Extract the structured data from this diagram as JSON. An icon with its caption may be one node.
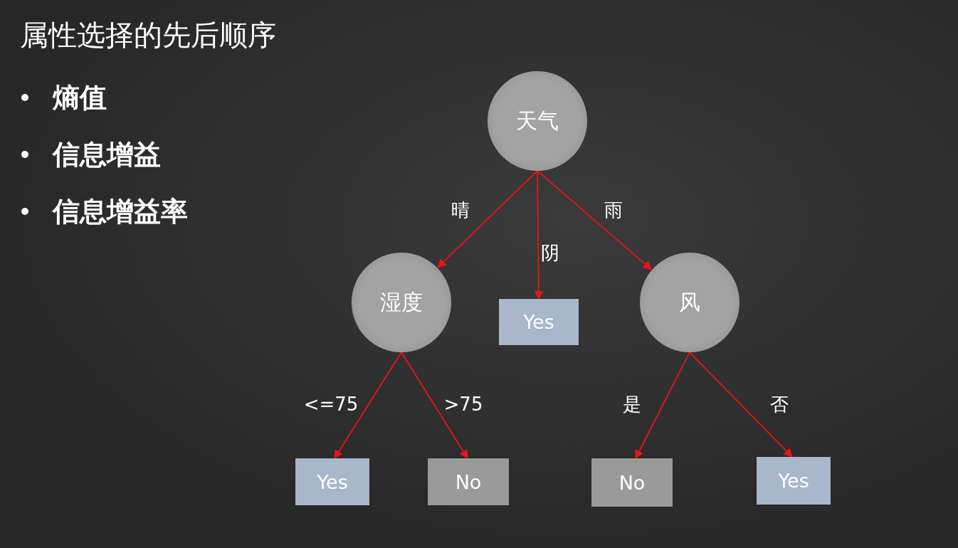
{
  "diagram": {
    "title": "属性选择的先后顺序",
    "nodes": [
      {
        "text": [
          "天气"
        ]
      },
      {
        "text": [
          "湿度"
        ]
      },
      {
        "text": [
          "Yes"
        ]
      },
      {
        "text": [
          "风"
        ]
      },
      {
        "text": [
          "Yes"
        ]
      },
      {
        "text": [
          "No"
        ]
      },
      {
        "text": [
          "No"
        ]
      },
      {
        "text": [
          "Yes"
        ]
      }
    ],
    "edges": [
      {
        "from": 0,
        "to": 1,
        "arrow": "to",
        "label": "晴"
      },
      {
        "from": 0,
        "to": 2,
        "arrow": "to",
        "label": "阴"
      },
      {
        "from": 0,
        "to": 3,
        "arrow": "to",
        "label": "雨"
      },
      {
        "from": 1,
        "to": 4,
        "arrow": "to",
        "label": "<=75"
      },
      {
        "from": 1,
        "to": 5,
        "arrow": "to",
        "label": ">75"
      },
      {
        "from": 3,
        "to": 6,
        "arrow": "to",
        "label": "是"
      },
      {
        "from": 3,
        "to": 7,
        "arrow": "to",
        "label": "否"
      }
    ],
    "labels": [
      "熵值",
      "信息增益",
      "信息增益率"
    ]
  }
}
